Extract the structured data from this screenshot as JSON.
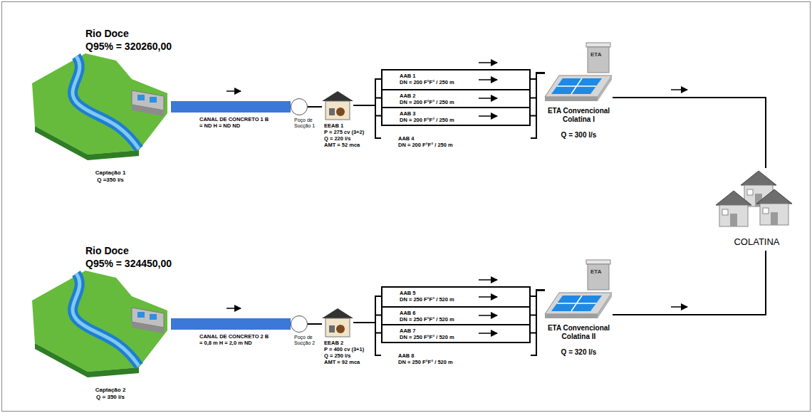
{
  "diagram": {
    "nodes": [
      {
        "text": [
          "Rio Doce",
          "Q95% = 320260,00",
          "Captação 1",
          "Q =350 l/s"
        ]
      },
      {
        "text": [
          "Poço de Sucção 1"
        ]
      },
      {
        "text": [
          "EEAB 1",
          "P = 275 cv (3+2)",
          "Q = 220 l/s",
          "AMT = 52 mca"
        ]
      },
      {
        "text": [
          "AAB 1",
          "DN = 200 F°F° / 250 m"
        ]
      },
      {
        "text": [
          "AAB 2",
          "DN = 200 F°F° / 250 m"
        ]
      },
      {
        "text": [
          "AAB 3",
          "DN = 200 F°F° / 250 m"
        ]
      },
      {
        "text": [
          "AAB 4",
          "DN = 200 F°F° / 250 m"
        ]
      },
      {
        "text": [
          "ETA",
          "ETA Convencional Colatina I",
          "Q = 300 l/s"
        ]
      },
      {
        "text": [
          "Rio Doce",
          "Q95% = 324450,00",
          "Captação 2",
          "Q = 350 l/s"
        ]
      },
      {
        "text": [
          "Poço de Sucção 2"
        ]
      },
      {
        "text": [
          "EEAB 2",
          "P = 400 cv (3+1)",
          "Q = 250 l/s",
          "AMT = 92 mca"
        ]
      },
      {
        "text": [
          "AAB 5",
          "DN = 250 F°F° / 520 m"
        ]
      },
      {
        "text": [
          "AAB 6",
          "DN = 250 F°F° / 520 m"
        ]
      },
      {
        "text": [
          "AAB 7",
          "DN = 250 F°F° / 520 m"
        ]
      },
      {
        "text": [
          "AAB 8",
          "DN = 250 F°F° / 520 m"
        ]
      },
      {
        "text": [
          "ETA",
          "ETA Convencional Colatina II",
          "Q = 320 l/s"
        ]
      },
      {
        "text": [
          "COLATINA"
        ]
      }
    ],
    "edges": [
      {
        "from": 0,
        "to": 1,
        "arrow": "none",
        "label": "CANAL DE CONCRETO 1 B = ND H = ND ND"
      },
      {
        "from": 1,
        "to": 2,
        "arrow": "none"
      },
      {
        "from": 2,
        "to": 3,
        "arrow": "none"
      },
      {
        "from": 2,
        "to": 4,
        "arrow": "none"
      },
      {
        "from": 2,
        "to": 5,
        "arrow": "none"
      },
      {
        "from": 2,
        "to": 6,
        "arrow": "none"
      },
      {
        "from": 3,
        "to": 7,
        "arrow": "none"
      },
      {
        "from": 4,
        "to": 7,
        "arrow": "none"
      },
      {
        "from": 5,
        "to": 7,
        "arrow": "none"
      },
      {
        "from": 6,
        "to": 7,
        "arrow": "none"
      },
      {
        "from": 7,
        "to": 16,
        "arrow": "none"
      },
      {
        "from": 8,
        "to": 9,
        "arrow": "none",
        "label": "CANAL DE CONCRETO 2 B = 0,8 m H = 2,0 m ND"
      },
      {
        "from": 9,
        "to": 10,
        "arrow": "none"
      },
      {
        "from": 10,
        "to": 11,
        "arrow": "none"
      },
      {
        "from": 10,
        "to": 12,
        "arrow": "none"
      },
      {
        "from": 10,
        "to": 13,
        "arrow": "none"
      },
      {
        "from": 10,
        "to": 14,
        "arrow": "none"
      },
      {
        "from": 11,
        "to": 15,
        "arrow": "none"
      },
      {
        "from": 12,
        "to": 15,
        "arrow": "none"
      },
      {
        "from": 13,
        "to": 15,
        "arrow": "none"
      },
      {
        "from": 14,
        "to": 15,
        "arrow": "none"
      },
      {
        "from": 15,
        "to": 16,
        "arrow": "none"
      }
    ]
  }
}
